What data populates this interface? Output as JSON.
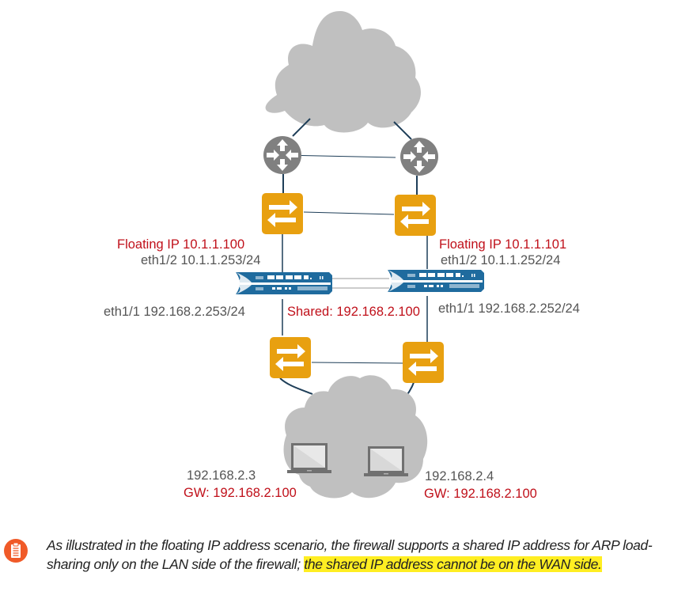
{
  "diagram": {
    "title": "Floating IP address scenario",
    "colors": {
      "cloud": "#c0c0c0",
      "router": "#808080",
      "switch": "#e8a010",
      "firewall": "#1f6b9e",
      "link": "#1e3e58",
      "label_red": "#c0101a",
      "label_gray": "#555555"
    },
    "nodes": {
      "wan_cloud": {
        "type": "cloud",
        "icon": "cloud-icon"
      },
      "router_left": {
        "type": "router",
        "icon": "router-icon"
      },
      "router_right": {
        "type": "router",
        "icon": "router-icon"
      },
      "switch_top_left": {
        "type": "switch",
        "icon": "switch-icon"
      },
      "switch_top_right": {
        "type": "switch",
        "icon": "switch-icon"
      },
      "firewall_left": {
        "type": "firewall",
        "icon": "firewall-appliance-icon"
      },
      "firewall_right": {
        "type": "firewall",
        "icon": "firewall-appliance-icon"
      },
      "switch_bottom_left": {
        "type": "switch",
        "icon": "switch-icon"
      },
      "switch_bottom_right": {
        "type": "switch",
        "icon": "switch-icon"
      },
      "lan_cloud": {
        "type": "cloud",
        "icon": "cloud-icon"
      },
      "laptop_left": {
        "type": "host",
        "icon": "laptop-icon"
      },
      "laptop_right": {
        "type": "host",
        "icon": "laptop-icon"
      }
    },
    "labels": {
      "fw_left_floating": "Floating IP  10.1.1.100",
      "fw_left_eth12": "eth1/2 10.1.1.253/24",
      "fw_left_eth11": "eth1/1 192.168.2.253/24",
      "shared": "Shared: 192.168.2.100",
      "fw_right_floating": "Floating IP  10.1.1.101",
      "fw_right_eth12": "eth1/2 10.1.1.252/24",
      "fw_right_eth11": "eth1/1 192.168.2.252/24",
      "host_left_ip": "192.168.2.3",
      "host_left_gw": "GW: 192.168.2.100",
      "host_right_ip": "192.168.2.4",
      "host_right_gw": "GW: 192.168.2.100"
    }
  },
  "note": {
    "icon": "clipboard-note-icon",
    "icon_color": "#f05a28",
    "text_plain": "As illustrated in the floating IP address scenario, the firewall supports a shared IP address for ARP load-sharing only on the LAN side of the firewall; ",
    "text_highlighted": "the shared IP address cannot be on the WAN side.",
    "highlight_color": "#ffee22"
  }
}
